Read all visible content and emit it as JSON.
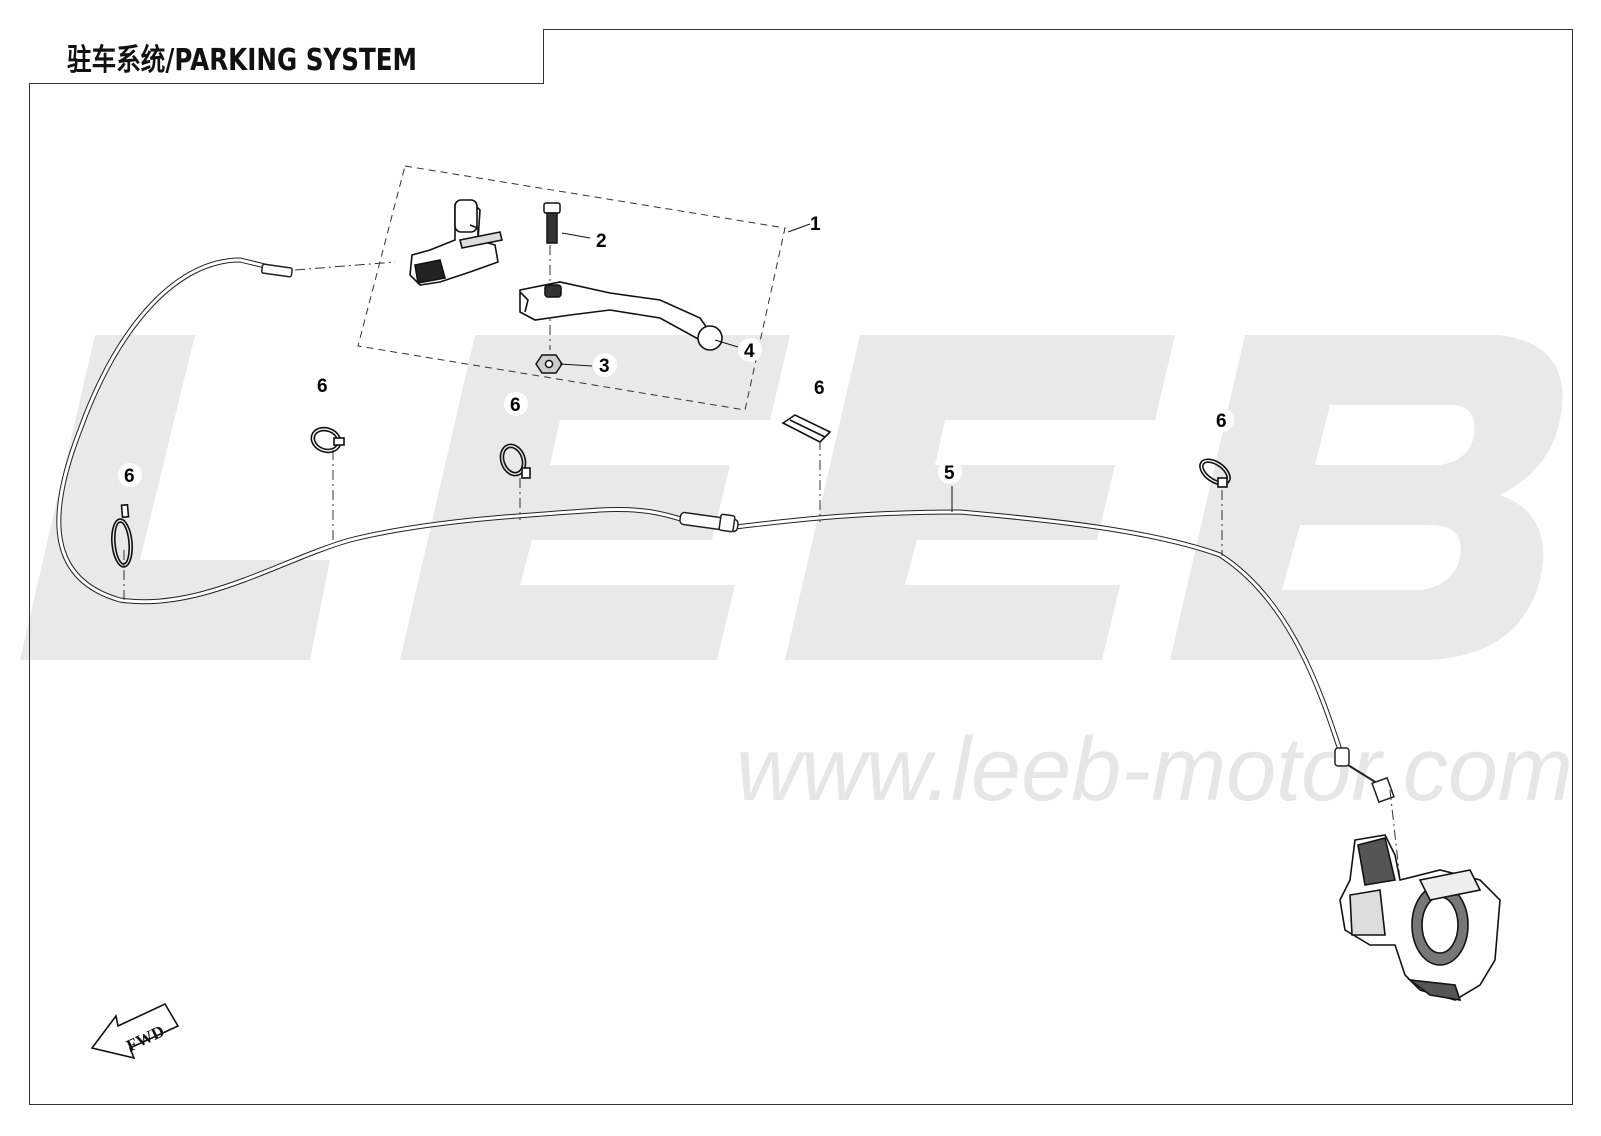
{
  "title": "驻车系统/PARKING SYSTEM",
  "watermark": {
    "brand": "LEEB",
    "url": "www.leeb-motor.com"
  },
  "callouts": [
    "1",
    "2",
    "3",
    "4",
    "5",
    "6",
    "6",
    "6",
    "6",
    "6"
  ],
  "direction_indicator": "FWD",
  "colors": {
    "line": "#222222",
    "watermark": "#e8e8e8",
    "frame": "#333333"
  }
}
